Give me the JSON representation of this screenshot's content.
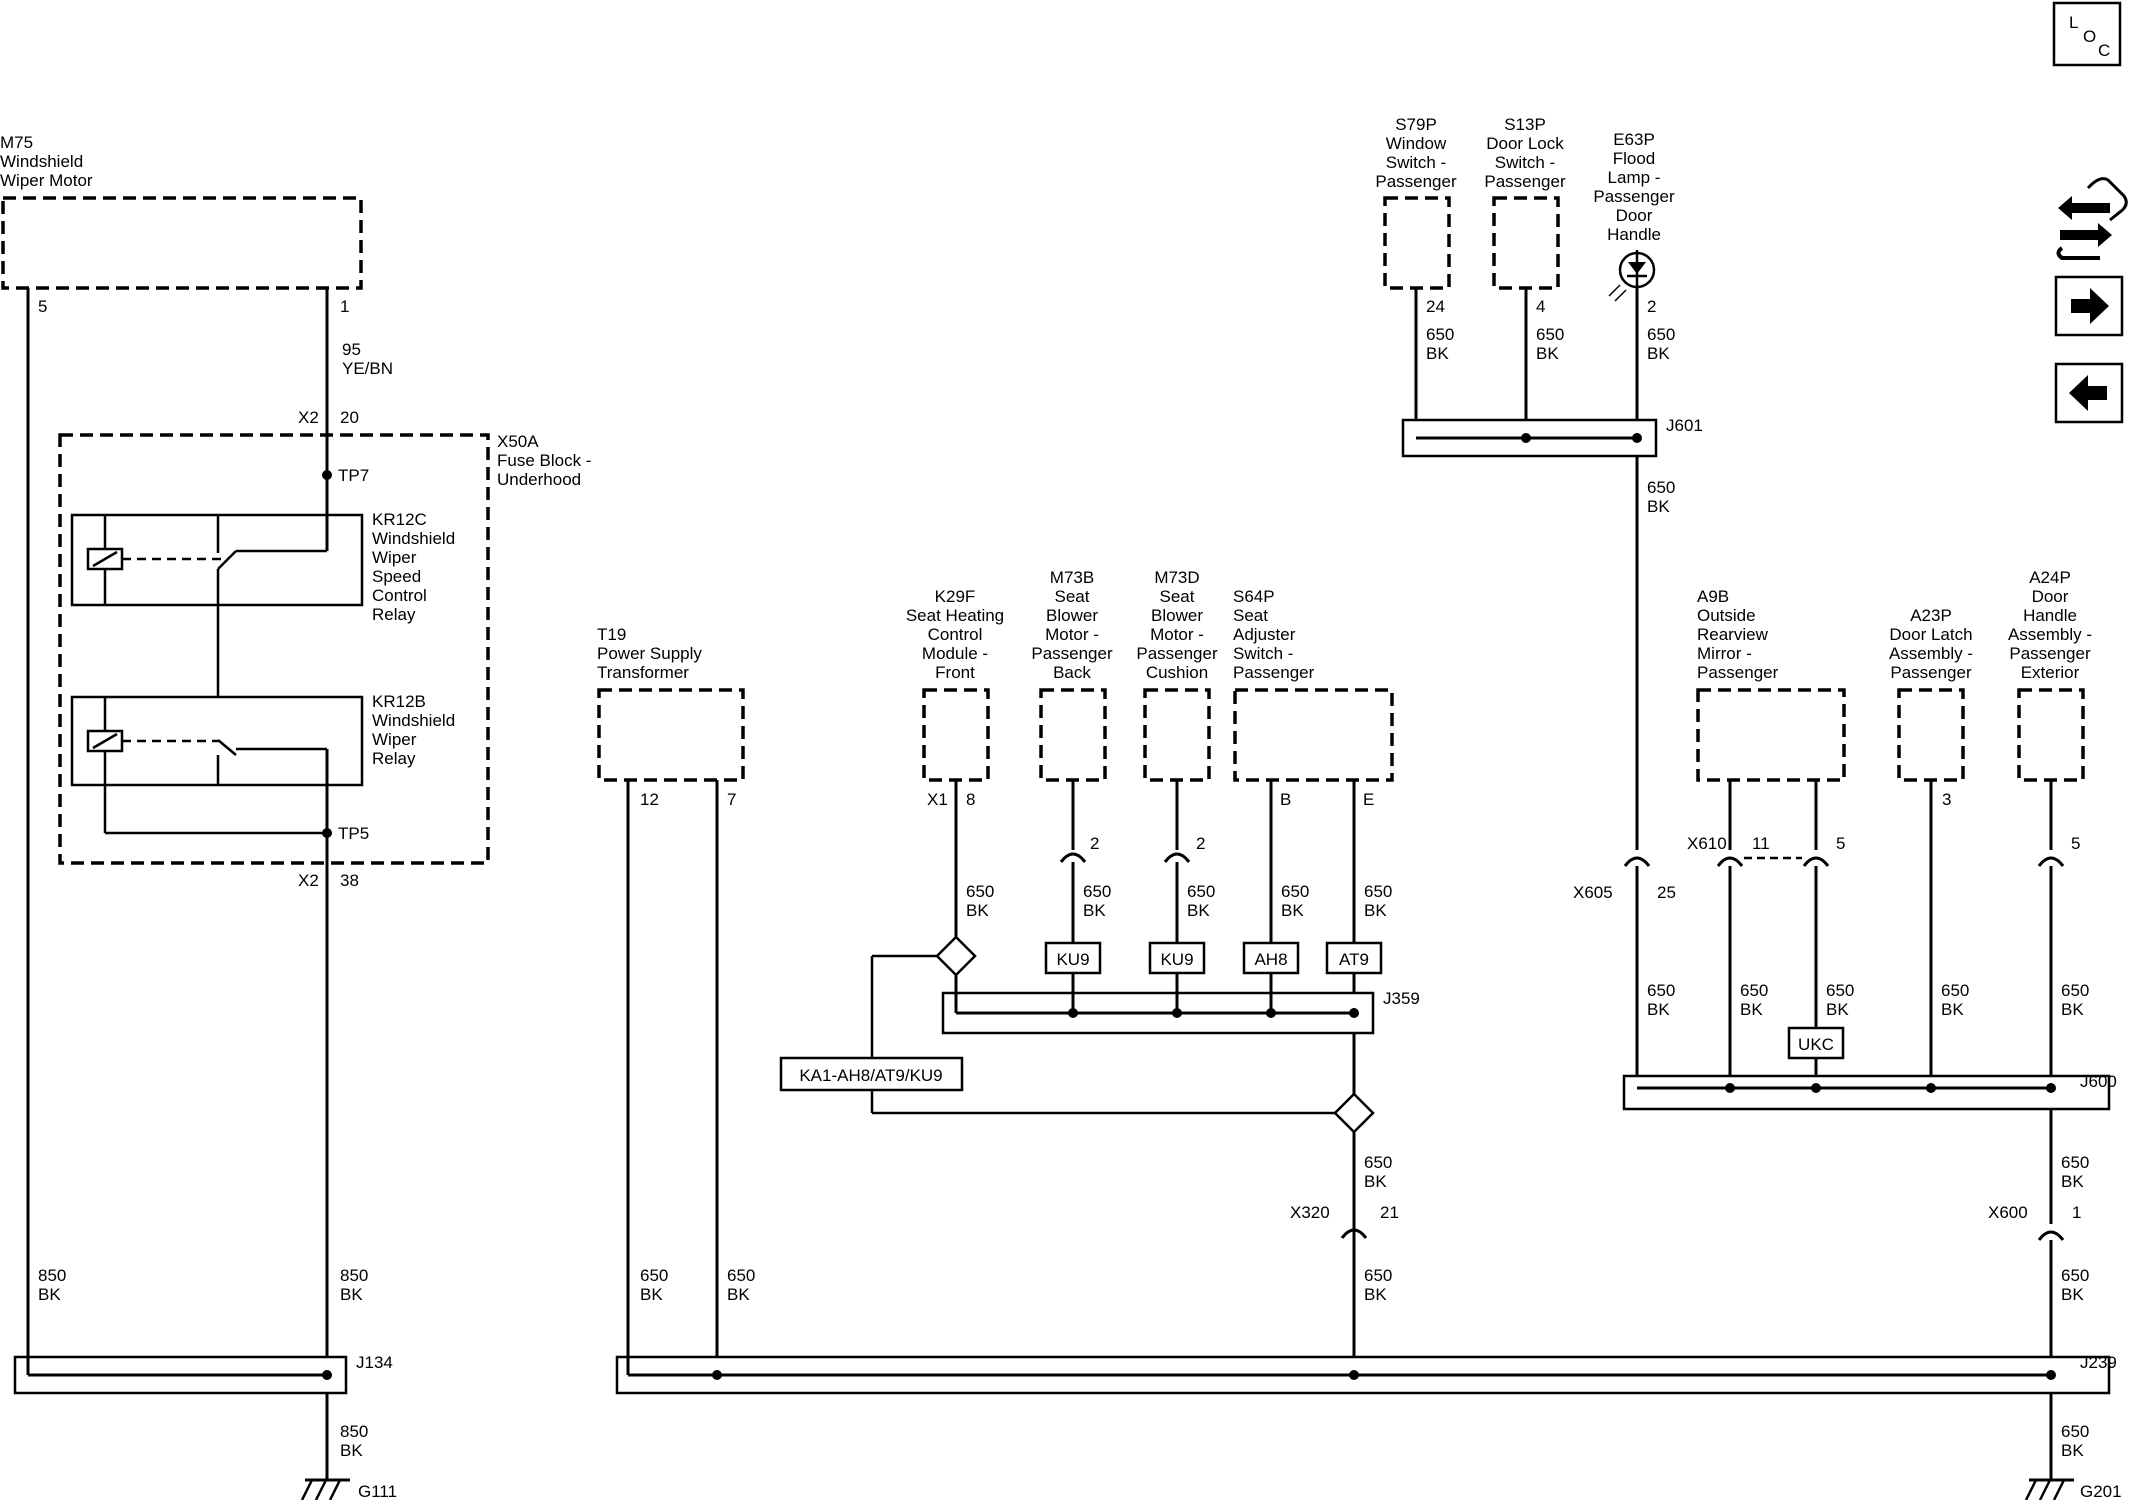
{
  "nav": {
    "loc": {
      "l": "L",
      "o": "O",
      "c": "C"
    },
    "icons": [
      "service-tool-icon",
      "arrow-right-icon",
      "arrow-left-icon"
    ]
  },
  "components": {
    "m75": [
      "M75",
      "Windshield",
      "Wiper Motor"
    ],
    "x50a": [
      "X50A",
      "Fuse Block -",
      "Underhood"
    ],
    "kr12c": [
      "KR12C",
      "Windshield",
      "Wiper",
      "Speed",
      "Control",
      "Relay"
    ],
    "kr12b": [
      "KR12B",
      "Windshield",
      "Wiper",
      "Relay"
    ],
    "t19": [
      "T19",
      "Power Supply",
      "Transformer"
    ],
    "k29f": [
      "K29F",
      "Seat Heating",
      "Control",
      "Module -",
      "Front"
    ],
    "m73b": [
      "M73B",
      "Seat",
      "Blower",
      "Motor -",
      "Passenger",
      "Back"
    ],
    "m73d": [
      "M73D",
      "Seat",
      "Blower",
      "Motor -",
      "Passenger",
      "Cushion"
    ],
    "s64p": [
      "S64P",
      "Seat",
      "Adjuster",
      "Switch -",
      "Passenger"
    ],
    "s79p": [
      "S79P",
      "Window",
      "Switch -",
      "Passenger"
    ],
    "s13p": [
      "S13P",
      "Door Lock",
      "Switch -",
      "Passenger"
    ],
    "e63p": [
      "E63P",
      "Flood",
      "Lamp -",
      "Passenger",
      "Door",
      "Handle"
    ],
    "a9b": [
      "A9B",
      "Outside",
      "Rearview",
      "Mirror -",
      "Passenger"
    ],
    "a23p": [
      "A23P",
      "Door Latch",
      "Assembly -",
      "Passenger"
    ],
    "a24p": [
      "A24P",
      "Door",
      "Handle",
      "Assembly -",
      "Passenger",
      "Exterior"
    ]
  },
  "pins": {
    "m75_5": "5",
    "m75_1": "1",
    "x2_top": "X2",
    "x2_20": "20",
    "x2_bot": "X2",
    "x2_38": "38",
    "tp7": "TP7",
    "tp5": "TP5",
    "t19_12": "12",
    "t19_7": "7",
    "k29f_x1": "X1",
    "k29f_8": "8",
    "m73b_2": "2",
    "m73d_2": "2",
    "s64p_b": "B",
    "s64p_e": "E",
    "s79p_24": "24",
    "s13p_4": "4",
    "e63p_2": "2",
    "a9b_11": "11",
    "a9b_5": "5",
    "a23p_3": "3",
    "a24p_5": "5",
    "x605": "X605",
    "x605_25": "25",
    "x610": "X610",
    "x320": "X320",
    "x320_21": "21",
    "x600": "X600",
    "x600_1": "1"
  },
  "wires": {
    "w95": [
      "95",
      "YE/BN"
    ],
    "w850": [
      "850",
      "BK"
    ],
    "w650": [
      "650",
      "BK"
    ]
  },
  "splices": {
    "j134": "J134",
    "j239": "J239",
    "j359": "J359",
    "j600": "J600",
    "j601": "J601"
  },
  "grounds": {
    "g111": "G111",
    "g201": "G201"
  },
  "options": {
    "ku9a": "KU9",
    "ku9b": "KU9",
    "ah8": "AH8",
    "at9": "AT9",
    "ukc": "UKC",
    "ka1": "KA1-AH8/AT9/KU9"
  }
}
